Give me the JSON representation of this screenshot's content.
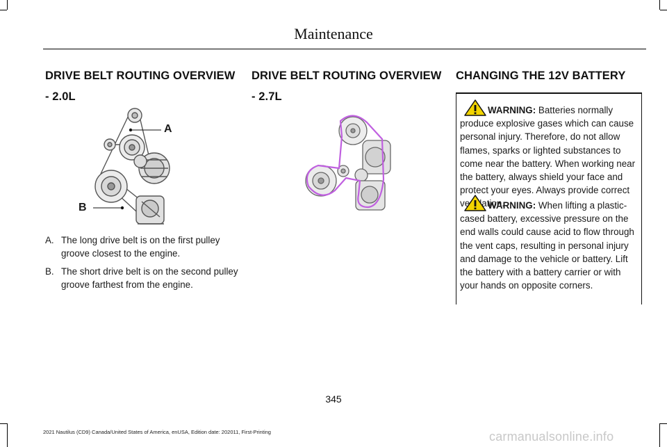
{
  "header": {
    "title": "Maintenance"
  },
  "left": {
    "heading_line1": "DRIVE BELT ROUTING OVERVIEW",
    "heading_line2": "- 2.0L",
    "callout_a": "A",
    "callout_b": "B",
    "items": [
      {
        "key": "A.",
        "text": "The long drive belt is on the first pulley groove closest to the engine."
      },
      {
        "key": "B.",
        "text": "The short drive belt is on the second pulley groove farthest from the engine."
      }
    ]
  },
  "middle": {
    "heading_line1": "DRIVE BELT ROUTING OVERVIEW",
    "heading_line2": "- 2.7L"
  },
  "right": {
    "heading": "CHANGING THE 12V BATTERY",
    "warning1_label": "WARNING:",
    "warning1_text": "Batteries normally produce explosive gases which can cause personal injury. Therefore, do not allow flames, sparks or lighted substances to come near the battery. When working near the battery, always shield your face and protect your eyes. Always provide correct ventilation.",
    "warning2_label": "WARNING:",
    "warning2_text": "When lifting a plastic-cased battery, excessive pressure on the end walls could cause acid to flow through the vent caps, resulting in personal injury and damage to the vehicle or battery. Lift the battery with a battery carrier or with your hands on opposite corners."
  },
  "footer": {
    "page_number": "345",
    "edition": "2021 Nautilus (CD9) Canada/United States of America, enUSA, Edition date: 202011, First-Printing",
    "watermark": "carmanualsonline.info"
  },
  "colors": {
    "belt_highlight": "#c060e0",
    "warning_yellow": "#f2d400"
  }
}
